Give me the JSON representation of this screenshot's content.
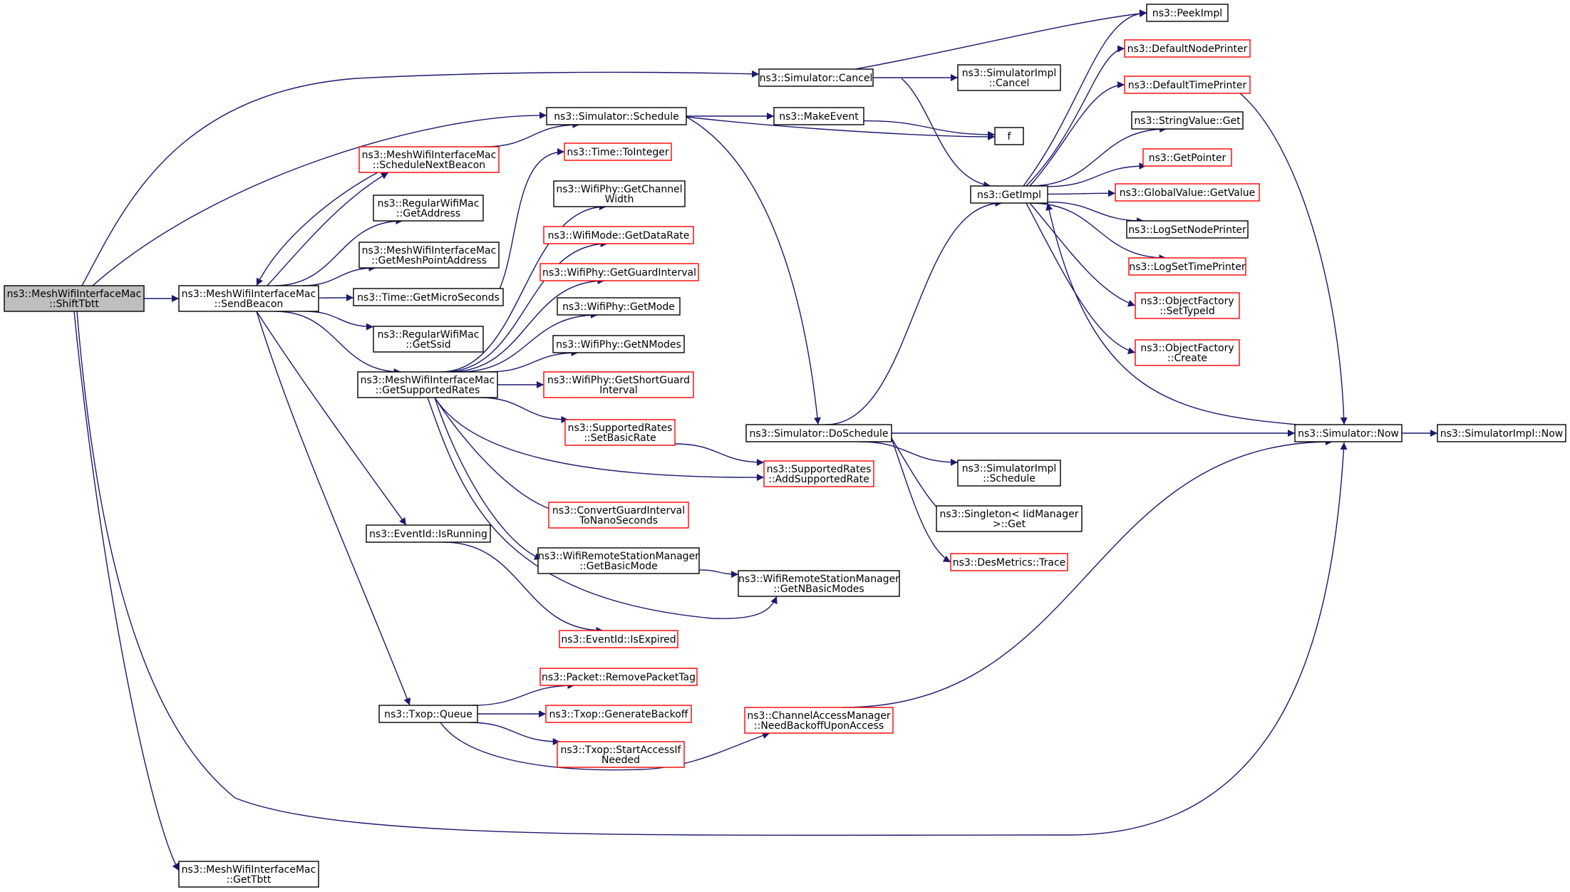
{
  "colors": {
    "edge": "#191970",
    "root_fill": "#bfbfbf",
    "node_fill": "#ffffff",
    "node_border_normal": "#000000",
    "node_border_truncated": "#ff0000"
  },
  "nodes": [
    {
      "id": "n_shifttbtt",
      "lines": [
        "ns3::MeshWifiInterfaceMac",
        "::ShiftTbtt"
      ],
      "style": "root"
    },
    {
      "id": "n_sendbeacon",
      "lines": [
        "ns3::MeshWifiInterfaceMac",
        "::SendBeacon"
      ],
      "style": "normal"
    },
    {
      "id": "n_gettbtt",
      "lines": [
        "ns3::MeshWifiInterfaceMac",
        "::GetTbtt"
      ],
      "style": "normal"
    },
    {
      "id": "n_schedulenextbeacon",
      "lines": [
        "ns3::MeshWifiInterfaceMac",
        "::ScheduleNextBeacon"
      ],
      "style": "truncated"
    },
    {
      "id": "n_getaddress",
      "lines": [
        "ns3::RegularWifiMac",
        "::GetAddress"
      ],
      "style": "normal"
    },
    {
      "id": "n_getmeshpointaddress",
      "lines": [
        "ns3::MeshWifiInterfaceMac",
        "::GetMeshPointAddress"
      ],
      "style": "normal"
    },
    {
      "id": "n_getmicroseconds",
      "lines": [
        "ns3::Time::GetMicroSeconds"
      ],
      "style": "normal"
    },
    {
      "id": "n_getssid",
      "lines": [
        "ns3::RegularWifiMac",
        "::GetSsid"
      ],
      "style": "normal"
    },
    {
      "id": "n_getsupportedrates",
      "lines": [
        "ns3::MeshWifiInterfaceMac",
        "::GetSupportedRates"
      ],
      "style": "normal"
    },
    {
      "id": "n_isrunning",
      "lines": [
        "ns3::EventId::IsRunning"
      ],
      "style": "normal"
    },
    {
      "id": "n_txopqueue",
      "lines": [
        "ns3::Txop::Queue"
      ],
      "style": "normal"
    },
    {
      "id": "n_simcancel",
      "lines": [
        "ns3::Simulator::Cancel"
      ],
      "style": "normal"
    },
    {
      "id": "n_simschedule",
      "lines": [
        "ns3::Simulator::Schedule"
      ],
      "style": "normal"
    },
    {
      "id": "n_tointeger",
      "lines": [
        "ns3::Time::ToInteger"
      ],
      "style": "truncated"
    },
    {
      "id": "n_getchannelwidth",
      "lines": [
        "ns3::WifiPhy::GetChannel",
        "Width"
      ],
      "style": "normal"
    },
    {
      "id": "n_getdatarate",
      "lines": [
        "ns3::WifiMode::GetDataRate"
      ],
      "style": "truncated"
    },
    {
      "id": "n_getguardinterval",
      "lines": [
        "ns3::WifiPhy::GetGuardInterval"
      ],
      "style": "truncated"
    },
    {
      "id": "n_getmode",
      "lines": [
        "ns3::WifiPhy::GetMode"
      ],
      "style": "normal"
    },
    {
      "id": "n_getnmodes",
      "lines": [
        "ns3::WifiPhy::GetNModes"
      ],
      "style": "normal"
    },
    {
      "id": "n_getshortguard",
      "lines": [
        "ns3::WifiPhy::GetShortGuard",
        "Interval"
      ],
      "style": "truncated"
    },
    {
      "id": "n_setbasicrate",
      "lines": [
        "ns3::SupportedRates",
        "::SetBasicRate"
      ],
      "style": "truncated"
    },
    {
      "id": "n_convertguard",
      "lines": [
        "ns3::ConvertGuardInterval",
        "ToNanoSeconds"
      ],
      "style": "truncated"
    },
    {
      "id": "n_getbasicmode",
      "lines": [
        "ns3::WifiRemoteStationManager",
        "::GetBasicMode"
      ],
      "style": "normal"
    },
    {
      "id": "n_isexpired",
      "lines": [
        "ns3::EventId::IsExpired"
      ],
      "style": "truncated"
    },
    {
      "id": "n_removepackettag",
      "lines": [
        "ns3::Packet::RemovePacketTag"
      ],
      "style": "truncated"
    },
    {
      "id": "n_generatebackoff",
      "lines": [
        "ns3::Txop::GenerateBackoff"
      ],
      "style": "truncated"
    },
    {
      "id": "n_startaccess",
      "lines": [
        "ns3::Txop::StartAccessIf",
        "Needed"
      ],
      "style": "truncated"
    },
    {
      "id": "n_makeevent",
      "lines": [
        "ns3::MakeEvent"
      ],
      "style": "normal"
    },
    {
      "id": "n_doschedule",
      "lines": [
        "ns3::Simulator::DoSchedule"
      ],
      "style": "normal"
    },
    {
      "id": "n_addsupportedrate",
      "lines": [
        "ns3::SupportedRates",
        "::AddSupportedRate"
      ],
      "style": "truncated"
    },
    {
      "id": "n_getnbasicmodes",
      "lines": [
        "ns3::WifiRemoteStationManager",
        "::GetNBasicModes"
      ],
      "style": "normal"
    },
    {
      "id": "n_needbackoff",
      "lines": [
        "ns3::ChannelAccessManager",
        "::NeedBackoffUponAccess"
      ],
      "style": "truncated"
    },
    {
      "id": "n_implcancel",
      "lines": [
        "ns3::SimulatorImpl",
        "::Cancel"
      ],
      "style": "normal"
    },
    {
      "id": "n_f",
      "lines": [
        "f"
      ],
      "style": "normal"
    },
    {
      "id": "n_getimpl",
      "lines": [
        "ns3::GetImpl"
      ],
      "style": "normal"
    },
    {
      "id": "n_implschedule",
      "lines": [
        "ns3::SimulatorImpl",
        "::Schedule"
      ],
      "style": "normal"
    },
    {
      "id": "n_singletonget",
      "lines": [
        "ns3::Singleton< IidManager",
        " >::Get"
      ],
      "style": "normal"
    },
    {
      "id": "n_desmetrics",
      "lines": [
        "ns3::DesMetrics::Trace"
      ],
      "style": "truncated"
    },
    {
      "id": "n_peekimpl",
      "lines": [
        "ns3::PeekImpl"
      ],
      "style": "normal"
    },
    {
      "id": "n_defaultnodeprinter",
      "lines": [
        "ns3::DefaultNodePrinter"
      ],
      "style": "truncated"
    },
    {
      "id": "n_defaulttimeprinter",
      "lines": [
        "ns3::DefaultTimePrinter"
      ],
      "style": "truncated"
    },
    {
      "id": "n_stringvalueget",
      "lines": [
        "ns3::StringValue::Get"
      ],
      "style": "normal"
    },
    {
      "id": "n_getpointer",
      "lines": [
        "ns3::GetPointer"
      ],
      "style": "truncated"
    },
    {
      "id": "n_globalvalueget",
      "lines": [
        "ns3::GlobalValue::GetValue"
      ],
      "style": "truncated"
    },
    {
      "id": "n_logsetnodeprinter",
      "lines": [
        "ns3::LogSetNodePrinter"
      ],
      "style": "normal"
    },
    {
      "id": "n_logsettimeprinter",
      "lines": [
        "ns3::LogSetTimePrinter"
      ],
      "style": "truncated"
    },
    {
      "id": "n_settypeid",
      "lines": [
        "ns3::ObjectFactory",
        "::SetTypeId"
      ],
      "style": "truncated"
    },
    {
      "id": "n_factorycreate",
      "lines": [
        "ns3::ObjectFactory",
        "::Create"
      ],
      "style": "truncated"
    },
    {
      "id": "n_simnow",
      "lines": [
        "ns3::Simulator::Now"
      ],
      "style": "normal"
    },
    {
      "id": "n_implnow",
      "lines": [
        "ns3::SimulatorImpl::Now"
      ],
      "style": "normal"
    }
  ],
  "edges": [
    [
      "n_shifttbtt",
      "n_sendbeacon"
    ],
    [
      "n_shifttbtt",
      "n_simcancel"
    ],
    [
      "n_shifttbtt",
      "n_simschedule"
    ],
    [
      "n_shifttbtt",
      "n_simnow"
    ],
    [
      "n_shifttbtt",
      "n_gettbtt"
    ],
    [
      "n_sendbeacon",
      "n_schedulenextbeacon"
    ],
    [
      "n_sendbeacon",
      "n_getaddress"
    ],
    [
      "n_sendbeacon",
      "n_getmeshpointaddress"
    ],
    [
      "n_sendbeacon",
      "n_getmicroseconds"
    ],
    [
      "n_sendbeacon",
      "n_getssid"
    ],
    [
      "n_sendbeacon",
      "n_getsupportedrates"
    ],
    [
      "n_sendbeacon",
      "n_isrunning"
    ],
    [
      "n_sendbeacon",
      "n_txopqueue"
    ],
    [
      "n_schedulenextbeacon",
      "n_sendbeacon"
    ],
    [
      "n_schedulenextbeacon",
      "n_simschedule"
    ],
    [
      "n_getmicroseconds",
      "n_tointeger"
    ],
    [
      "n_getsupportedrates",
      "n_getchannelwidth"
    ],
    [
      "n_getsupportedrates",
      "n_getdatarate"
    ],
    [
      "n_getsupportedrates",
      "n_getguardinterval"
    ],
    [
      "n_getsupportedrates",
      "n_getmode"
    ],
    [
      "n_getsupportedrates",
      "n_getnmodes"
    ],
    [
      "n_getsupportedrates",
      "n_getshortguard"
    ],
    [
      "n_getsupportedrates",
      "n_setbasicrate"
    ],
    [
      "n_getsupportedrates",
      "n_addsupportedrate"
    ],
    [
      "n_getsupportedrates",
      "n_convertguard"
    ],
    [
      "n_getsupportedrates",
      "n_getbasicmode"
    ],
    [
      "n_getsupportedrates",
      "n_getnbasicmodes"
    ],
    [
      "n_isrunning",
      "n_isexpired"
    ],
    [
      "n_txopqueue",
      "n_removepackettag"
    ],
    [
      "n_txopqueue",
      "n_generatebackoff"
    ],
    [
      "n_txopqueue",
      "n_startaccess"
    ],
    [
      "n_txopqueue",
      "n_needbackoff"
    ],
    [
      "n_simcancel",
      "n_peekimpl"
    ],
    [
      "n_simcancel",
      "n_implcancel"
    ],
    [
      "n_simcancel",
      "n_getimpl"
    ],
    [
      "n_simschedule",
      "n_makeevent"
    ],
    [
      "n_simschedule",
      "n_f"
    ],
    [
      "n_simschedule",
      "n_doschedule"
    ],
    [
      "n_makeevent",
      "n_f"
    ],
    [
      "n_setbasicrate",
      "n_addsupportedrate"
    ],
    [
      "n_getbasicmode",
      "n_getnbasicmodes"
    ],
    [
      "n_doschedule",
      "n_getimpl"
    ],
    [
      "n_doschedule",
      "n_simnow"
    ],
    [
      "n_doschedule",
      "n_implschedule"
    ],
    [
      "n_doschedule",
      "n_singletonget"
    ],
    [
      "n_doschedule",
      "n_desmetrics"
    ],
    [
      "n_needbackoff",
      "n_simnow"
    ],
    [
      "n_getimpl",
      "n_peekimpl"
    ],
    [
      "n_getimpl",
      "n_defaultnodeprinter"
    ],
    [
      "n_getimpl",
      "n_defaulttimeprinter"
    ],
    [
      "n_getimpl",
      "n_stringvalueget"
    ],
    [
      "n_getimpl",
      "n_getpointer"
    ],
    [
      "n_getimpl",
      "n_globalvalueget"
    ],
    [
      "n_getimpl",
      "n_logsetnodeprinter"
    ],
    [
      "n_getimpl",
      "n_logsettimeprinter"
    ],
    [
      "n_getimpl",
      "n_settypeid"
    ],
    [
      "n_getimpl",
      "n_factorycreate"
    ],
    [
      "n_defaulttimeprinter",
      "n_simnow"
    ],
    [
      "n_simnow",
      "n_getimpl"
    ],
    [
      "n_simnow",
      "n_implnow"
    ]
  ]
}
